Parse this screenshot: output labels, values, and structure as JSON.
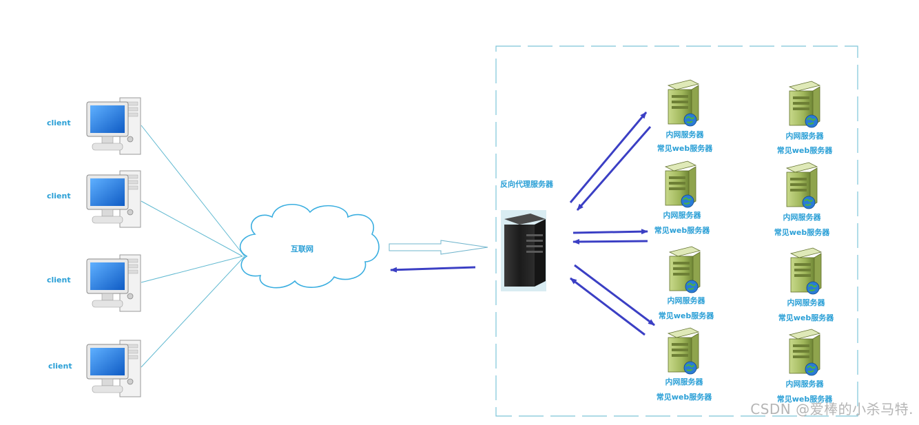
{
  "clients": [
    {
      "label": "client"
    },
    {
      "label": "client"
    },
    {
      "label": "client"
    },
    {
      "label": "client"
    }
  ],
  "internet": {
    "label": "互联网"
  },
  "proxy": {
    "label": "反向代理服务器"
  },
  "servers": [
    {
      "line1": "内网服务器",
      "line2": "常见web服务器"
    },
    {
      "line1": "内网服务器",
      "line2": "常见web服务器"
    },
    {
      "line1": "内网服务器",
      "line2": "常见web服务器"
    },
    {
      "line1": "内网服务器",
      "line2": "常见web服务器"
    },
    {
      "line1": "内网服务器",
      "line2": "常见web服务器"
    },
    {
      "line1": "内网服务器",
      "line2": "常见web服务器"
    },
    {
      "line1": "内网服务器",
      "line2": "常见web服务器"
    },
    {
      "line1": "内网服务器",
      "line2": "常见web服务器"
    }
  ],
  "watermark": "CSDN @爱棒的小杀马特.",
  "colors": {
    "label": "#2a9fd6",
    "connector": "#5fb8d0",
    "arrow": "#3b3fc4",
    "cloud": "#3aaee0",
    "boundary": "#7cc4d8"
  }
}
